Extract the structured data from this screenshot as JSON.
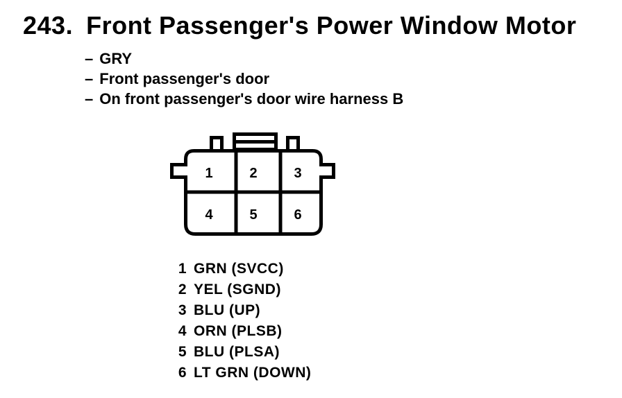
{
  "document": {
    "figure_number": "243.",
    "title": "Front Passenger's Power Window Motor",
    "dash": "–",
    "notes": [
      "GRY",
      "Front passenger's door",
      "On front passenger's door wire harness B"
    ]
  },
  "connector": {
    "cavity_numbers": [
      "1",
      "2",
      "3",
      "4",
      "5",
      "6"
    ]
  },
  "pins": [
    {
      "pin": "1",
      "label": "GRN (SVCC)"
    },
    {
      "pin": "2",
      "label": "YEL (SGND)"
    },
    {
      "pin": "3",
      "label": "BLU (UP)"
    },
    {
      "pin": "4",
      "label": "ORN (PLSB)"
    },
    {
      "pin": "5",
      "label": "BLU (PLSA)"
    },
    {
      "pin": "6",
      "label": "LT GRN (DOWN)"
    }
  ],
  "colors": {
    "ink": "#000000",
    "paper": "#ffffff"
  }
}
